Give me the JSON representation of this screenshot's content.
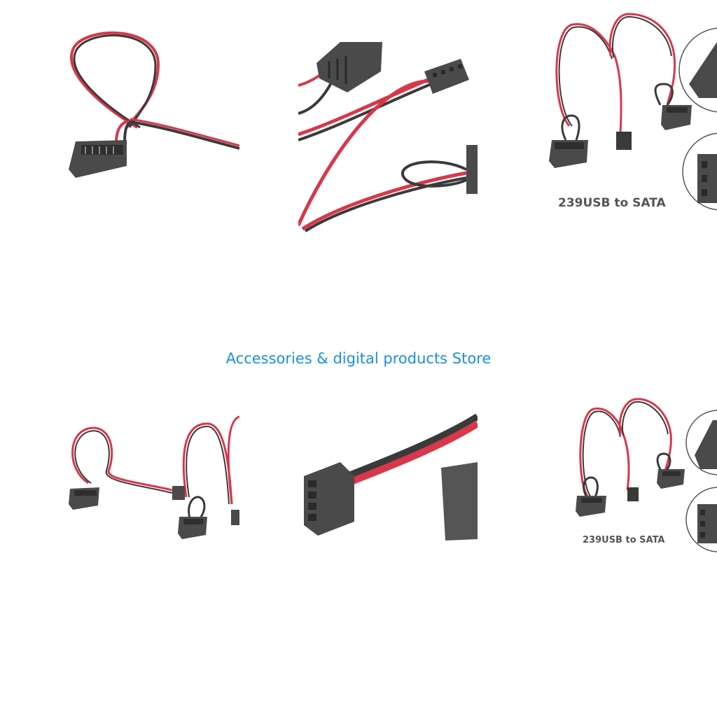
{
  "store": {
    "name": "Accessories & digital products Store",
    "color": "#1a8fe3"
  },
  "products": [
    {
      "caption": ""
    },
    {
      "caption": ""
    },
    {
      "caption": "239USB to SATA"
    },
    {
      "caption": ""
    },
    {
      "caption": ""
    },
    {
      "caption": "239USB to SATA"
    }
  ],
  "colors": {
    "wire_red": "#d9374a",
    "wire_black": "#3a3a3a",
    "connector": "#4a4a4a",
    "background": "#ffffff"
  }
}
